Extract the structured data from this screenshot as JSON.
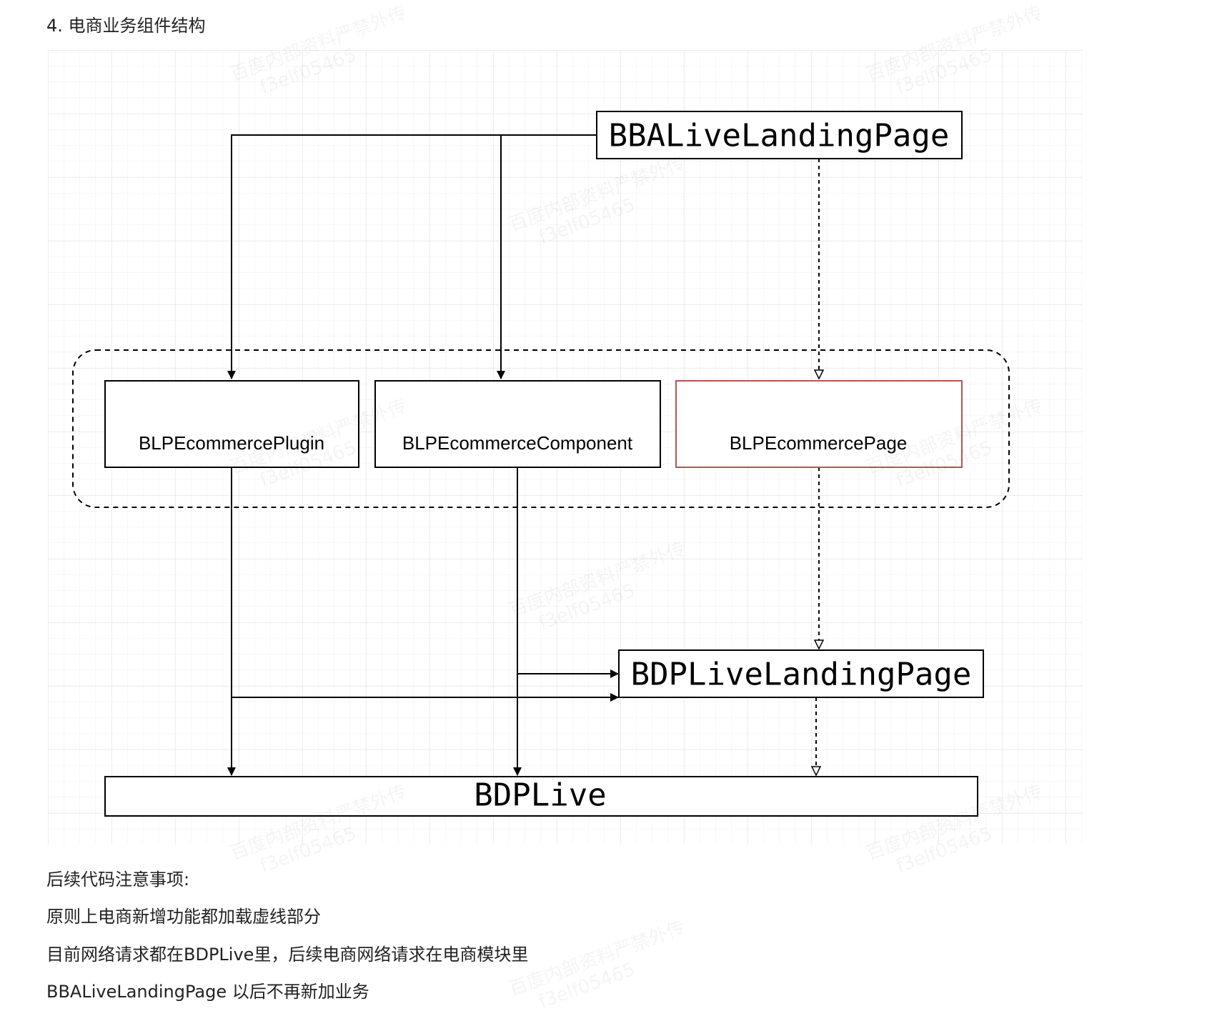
{
  "heading": "4. 电商业务组件结构",
  "diagram": {
    "top_node": "BBALiveLandingPage",
    "group_nodes": [
      {
        "label": "BLPEcommercePlugin",
        "accent": "#000000"
      },
      {
        "label": "BLPEcommerceComponent",
        "accent": "#000000"
      },
      {
        "label": "BLPEcommercePage",
        "accent": "#b85450"
      }
    ],
    "middle_node": "BDPLiveLandingPage",
    "bottom_node": "BDPLive"
  },
  "notes": [
    "后续代码注意事项:",
    "原则上电商新增功能都加载虚线部分",
    "目前网络请求都在BDPLive里，后续电商网络请求在电商模块里",
    "BBALiveLandingPage 以后不再新加业务"
  ],
  "watermark": {
    "line1": "百度内部资料严禁外传",
    "line2": "f3elf05465"
  },
  "colors": {
    "grid": "#e3e3e3",
    "line": "#000000",
    "accent_box": "#b85450"
  }
}
